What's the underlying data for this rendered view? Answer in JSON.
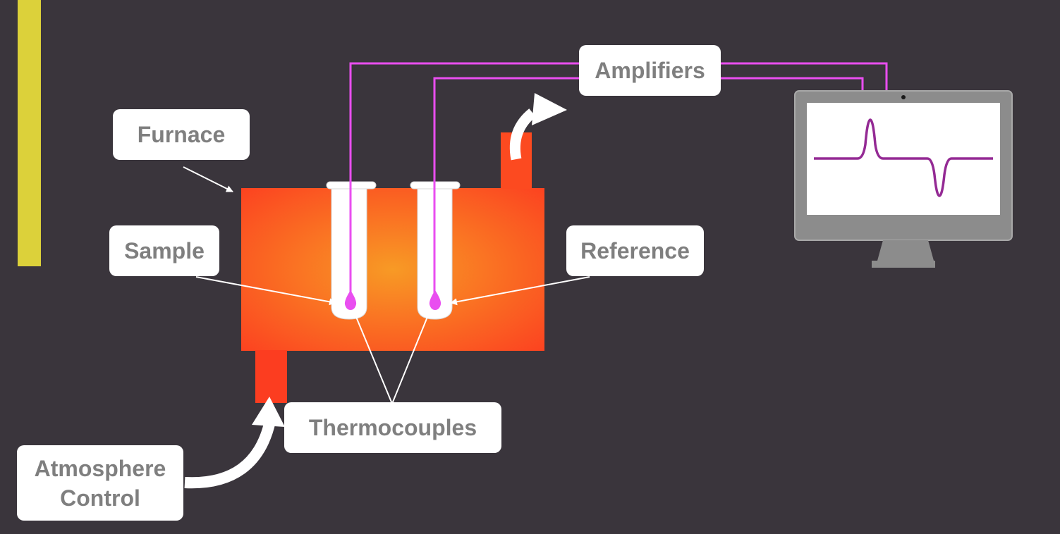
{
  "labels": {
    "furnace": "Furnace",
    "amplifiers": "Amplifiers",
    "sample": "Sample",
    "reference": "Reference",
    "thermocouples": "Thermocouples",
    "atmosphere_control_line1": "Atmosphere",
    "atmosphere_control_line2": "Control"
  },
  "colors": {
    "background": "#3a353c",
    "accent_bar": "#dcd13a",
    "furnace_center": "#f89a25",
    "furnace_edge": "#fc3d20",
    "wire": "#e94ef0",
    "signal_trace": "#942a94",
    "label_text": "#7f7f7f"
  },
  "icons": {
    "monitor": "computer-monitor-icon",
    "gas_out": "curved-arrow-icon",
    "gas_in": "curved-arrow-icon"
  }
}
